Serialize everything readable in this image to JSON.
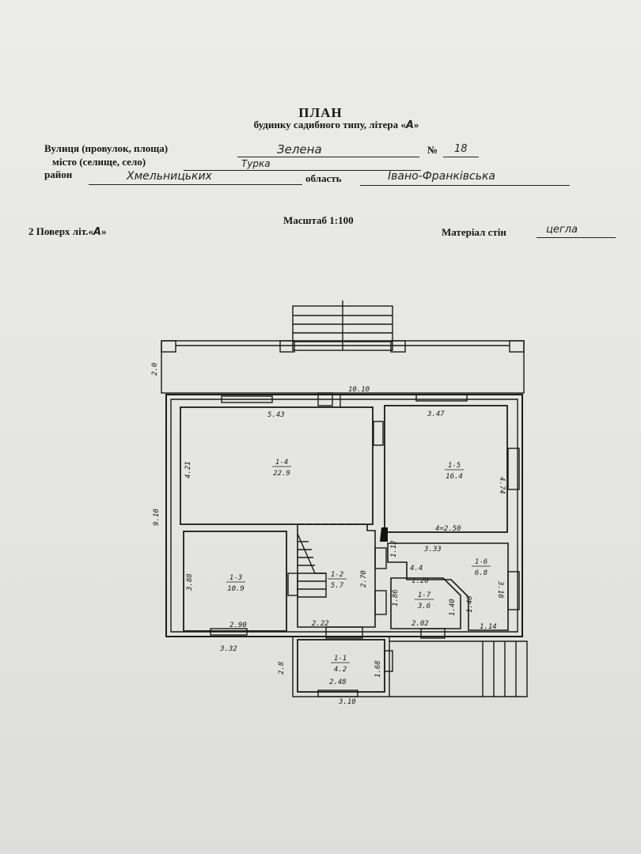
{
  "header": {
    "title": "ПЛАН",
    "subtitle_prefix": "будинку садибного типу, літера «",
    "subtitle_letter": "А",
    "subtitle_suffix": "»"
  },
  "fields": {
    "street_label": "Вулиця (провулок, площа)",
    "street_value": "Зелена",
    "number_label": "№",
    "number_value": "18",
    "town_label": "місто (селище, село)",
    "town_value": "Турка",
    "district_label": "район",
    "district_value": "Хмельницьких",
    "region_label": "область",
    "region_value": "Івано-Франківська"
  },
  "scale": "Масштаб 1:100",
  "floor": {
    "prefix": "2 Поверх літ.«",
    "letter": "А",
    "suffix": "»"
  },
  "wall_material": {
    "label": "Матеріал стін",
    "value": "цегла"
  },
  "plan": {
    "dimensions": {
      "overall_width": "10.10",
      "overall_depth": "9.10",
      "balcony_depth": "2.0",
      "room4_width": "5.43",
      "room4_depth": "4.21",
      "room5_width": "3.47",
      "room5_depth": "4.74",
      "room5_bottom": "4=2.50",
      "room3_depth": "3.88",
      "room3_bottom": "2.90",
      "room3_outer": "3.32",
      "room2_depth": "2.70",
      "room2_bottom": "2.22",
      "room7_width": "2.02",
      "room7_depth": "1.86",
      "room7_inner": "1.40",
      "room6_width": "3.33",
      "room6_depth": "3.16",
      "room6_inner": "1.48",
      "room6_bottom": "1.14",
      "corridor_small": "1.12",
      "room6_inner_top": "4.4",
      "room6_inner_sub": "1.20",
      "room1_width": "2.48",
      "room1_outer": "3.10",
      "room1_depth": "1.68",
      "porch_depth": "2.8"
    },
    "rooms": [
      {
        "id": "1-4",
        "area": "22.9"
      },
      {
        "id": "1-5",
        "area": "16.4"
      },
      {
        "id": "1-3",
        "area": "10.9"
      },
      {
        "id": "1-2",
        "area": "5.7"
      },
      {
        "id": "1-7",
        "area": "3.6"
      },
      {
        "id": "1-6",
        "area": "6.8"
      },
      {
        "id": "1-1",
        "area": "4.2"
      }
    ]
  }
}
